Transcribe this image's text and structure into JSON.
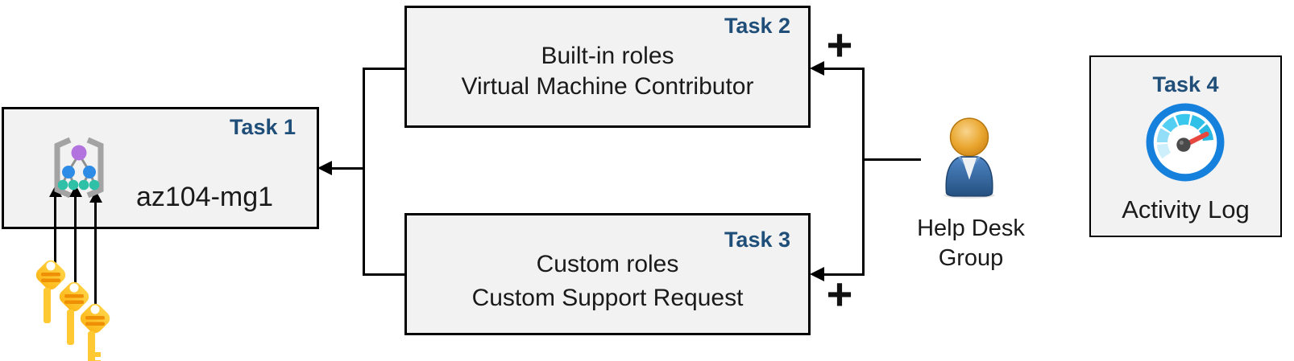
{
  "diagram": {
    "task1": {
      "title": "Task 1",
      "label": "az104-mg1"
    },
    "task2": {
      "title": "Task 2",
      "line1": "Built-in roles",
      "line2": "Virtual Machine Contributor"
    },
    "task3": {
      "title": "Task 3",
      "line1": "Custom roles",
      "line2": "Custom Support Request"
    },
    "task4": {
      "title": "Task 4",
      "label": "Activity Log"
    },
    "help_desk": {
      "line1": "Help Desk",
      "line2": "Group"
    },
    "plus_top": "+",
    "plus_bottom": "+"
  },
  "icons": {
    "task1_icon": "management-group-icon",
    "task4_icon": "activity-log-gauge-icon",
    "help_desk_icon": "user-person-icon",
    "keys_icon": "three-keys-icon"
  },
  "colors": {
    "task_title_blue": "#1F4E79",
    "box_background": "#F2F2F2",
    "box_border": "#000000",
    "connector_black": "#000000",
    "key_gold": "#FDB515",
    "key_detail_orange": "#EE8F06",
    "person_body_blue": "#2F5F9E",
    "person_head_gold": "#EAA832",
    "gauge_ring_blue": "#1581DD",
    "gauge_needle_red": "#E8473F",
    "mg_node_purple": "#B273DE",
    "mg_node_blue": "#2F8CE6",
    "mg_node_teal": "#2FC0A8",
    "mg_bracket_gray": "#A3A3A3"
  }
}
